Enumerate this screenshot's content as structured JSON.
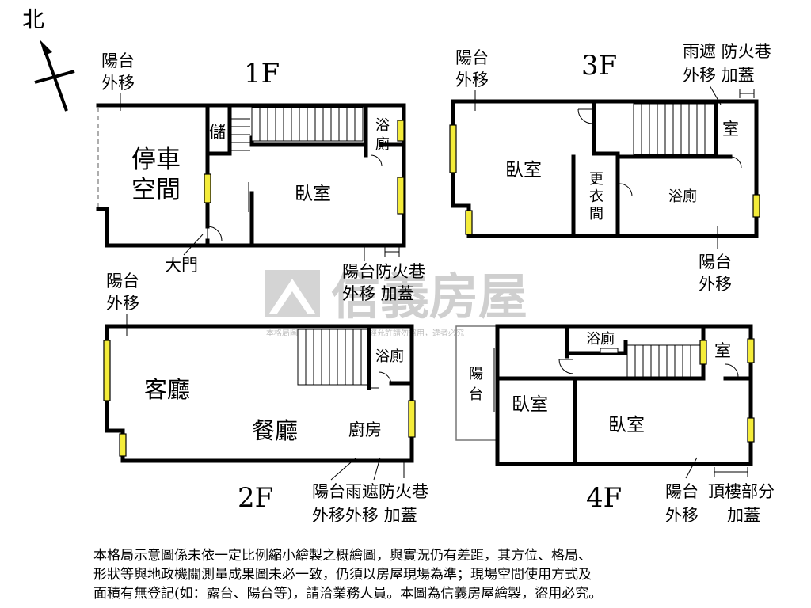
{
  "compass": {
    "north": "北"
  },
  "watermark": {
    "brand": "信義房屋",
    "fine_print": "本格局圖係信義房屋繪製，未經允許請勿盜用，違者必究"
  },
  "floors": {
    "f1": {
      "title": "1F",
      "rooms": {
        "parking_1": "停車",
        "parking_2": "空間",
        "storage": "儲",
        "bath_1": "浴",
        "bath_2": "廁",
        "bedroom": "臥室"
      },
      "door": "大門",
      "balcony_1": "陽台",
      "balcony_2": "外移",
      "firelane_1": "陽台防火巷",
      "firelane_2": "外移 加蓋"
    },
    "f2": {
      "title": "2F",
      "rooms": {
        "living": "客廳",
        "dining": "餐廳",
        "kitchen": "廚房",
        "bath": "浴廁"
      },
      "balcony_1": "陽台",
      "balcony_2": "外移",
      "bottom_1": "陽台雨遮防火巷",
      "bottom_2": "外移外移 加蓋"
    },
    "f3": {
      "title": "3F",
      "rooms": {
        "bedroom": "臥室",
        "closet_1": "更",
        "closet_2": "衣",
        "closet_3": "間",
        "bath": "浴廁",
        "room": "室"
      },
      "balcony_1": "陽台",
      "balcony_2": "外移",
      "awning_1": "雨遮 防火巷",
      "awning_2": "外移  加蓋",
      "balcony_b1": "陽台",
      "balcony_b2": "外移"
    },
    "f4": {
      "title": "4F",
      "rooms": {
        "balcony_1": "陽",
        "balcony_2": "台",
        "bedroom_left": "臥室",
        "bedroom_right": "臥室",
        "bath": "浴廁",
        "room": "室"
      },
      "balcony_1": "陽台",
      "balcony_2": "外移",
      "roof_1": "頂樓部分",
      "roof_2": "加蓋"
    }
  },
  "disclaimer": {
    "line1": "本格局示意圖係未依一定比例縮小繪製之概繪圖，與實況仍有差距，其方位、格局、",
    "line2": "形狀等與地政機關測量成果圖未必一致，仍須以房屋現場為準；現場空間使用方式及",
    "line3": "面積有無登記(如：露台、陽台等)，請洽業務人員。本圖為信義房屋繪製，盜用必究。"
  },
  "colors": {
    "window": "#f4ec3a",
    "wall": "#000000",
    "watermark": "#cfcfcf"
  }
}
